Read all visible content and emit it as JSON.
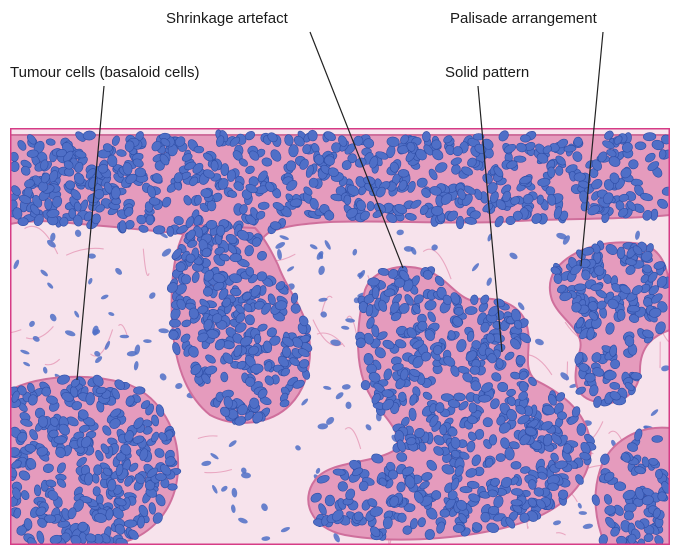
{
  "figure": {
    "labels": {
      "tumour_cells": "Tumour cells (basaloid cells)",
      "shrinkage_artefact": "Shrinkage artefact",
      "solid_pattern": "Solid pattern",
      "palisade_arrangement": "Palisade arrangement"
    },
    "colors": {
      "background": "#ffffff",
      "stroma": "#f7e3ec",
      "stroma_fiber": "#e9a7c1",
      "tissue_border": "#d63c86",
      "tumour_cytoplasm": "#e59bbd",
      "nucleus": "#4f6fc7",
      "nucleus_edge": "#2f4ea6",
      "leader_line": "#222222"
    },
    "icons": [
      "tissue-section-illustration"
    ]
  }
}
